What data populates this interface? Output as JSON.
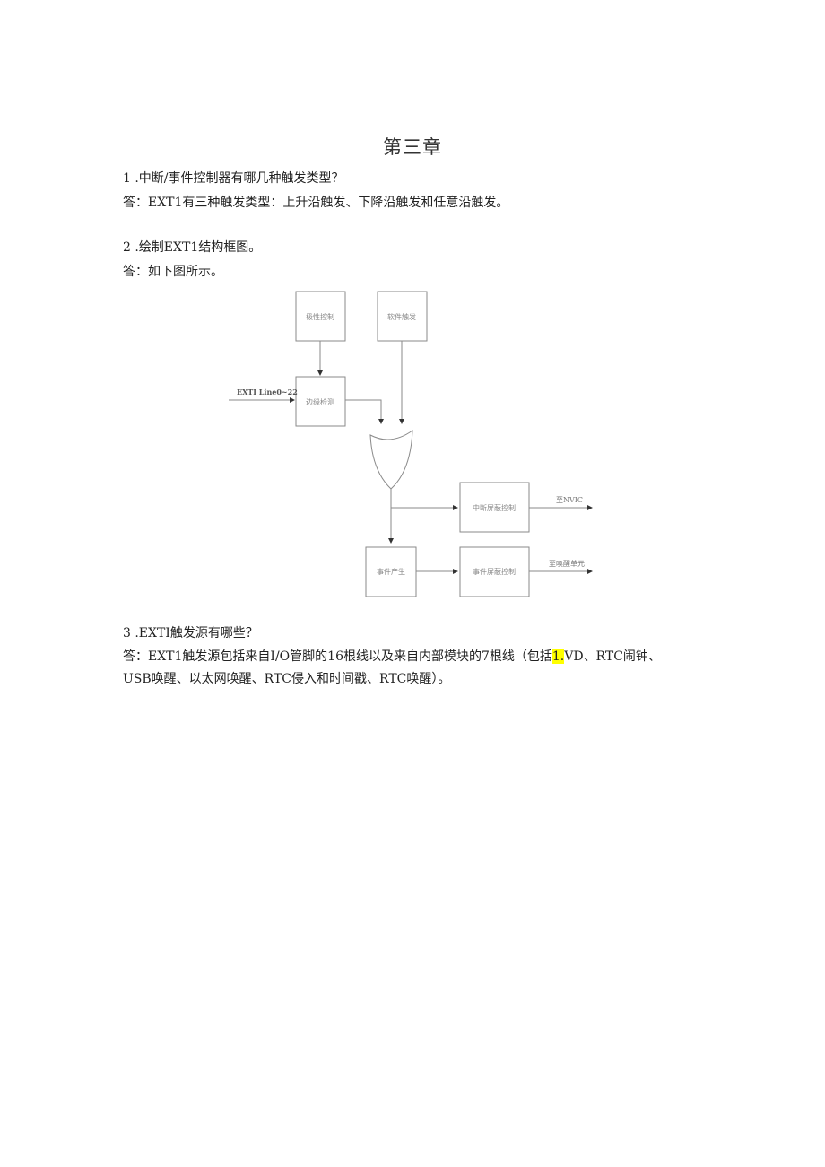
{
  "chapter_title": "第三章",
  "questions": [
    {
      "question": "1 .中断/事件控制器有哪几种触发类型？",
      "answer": "答：EXT1有三种触发类型：上升沿触发、下降沿触发和任意沿触发。"
    },
    {
      "question": "2 .绘制EXT1结构框图。",
      "answer": "答：如下图所示。"
    },
    {
      "question": "3 .EXTI触发源有哪些？",
      "answer_line1_before": "答：EXT1触发源包括来自I/O管脚的16根线以及来自内部模块的7根线（包括",
      "answer_line1_highlight": "1.",
      "answer_line1_after": "VD、RTC闹钟、",
      "answer_line2": "USB唤醒、以太网唤醒、RTC侵入和时间戳、RTC唤醒）。",
      "highlight_color": "#ffff00"
    }
  ],
  "diagram": {
    "input_label": "EXTI Line0~22",
    "boxes": {
      "polarity_control": "极性控制",
      "software_trigger": "软件触发",
      "edge_detect": "边缘检测",
      "interrupt_mask": "中断屏蔽控制",
      "event_generate": "事件产生",
      "event_mask": "事件屏蔽控制"
    },
    "outputs": {
      "to_nvic": "至NVIC",
      "to_wakeup": "至唤醒单元"
    },
    "line_color": "#8a8a8a"
  }
}
